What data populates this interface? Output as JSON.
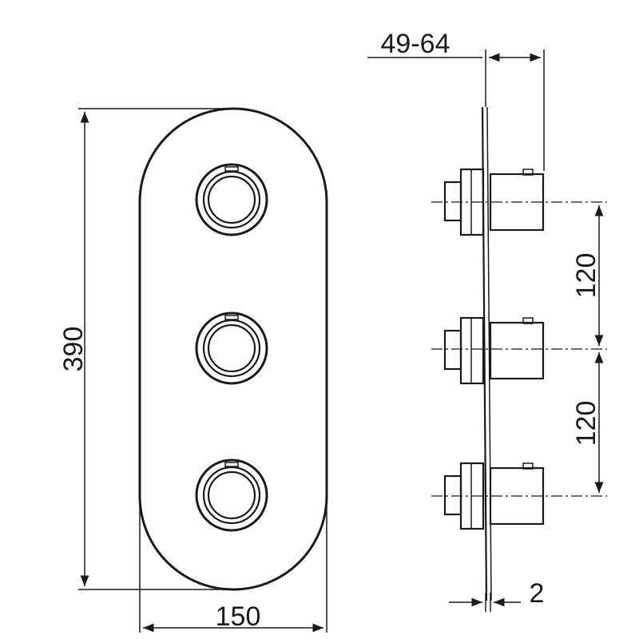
{
  "front_view": {
    "height_label": "390",
    "width_label": "150",
    "knob_count": 3
  },
  "side_view": {
    "depth_label": "49-64",
    "spacing_top_label": "120",
    "spacing_bottom_label": "120",
    "plate_thickness_label": "2"
  },
  "colors": {
    "ink": "#1a1a1a",
    "background": "#ffffff"
  }
}
